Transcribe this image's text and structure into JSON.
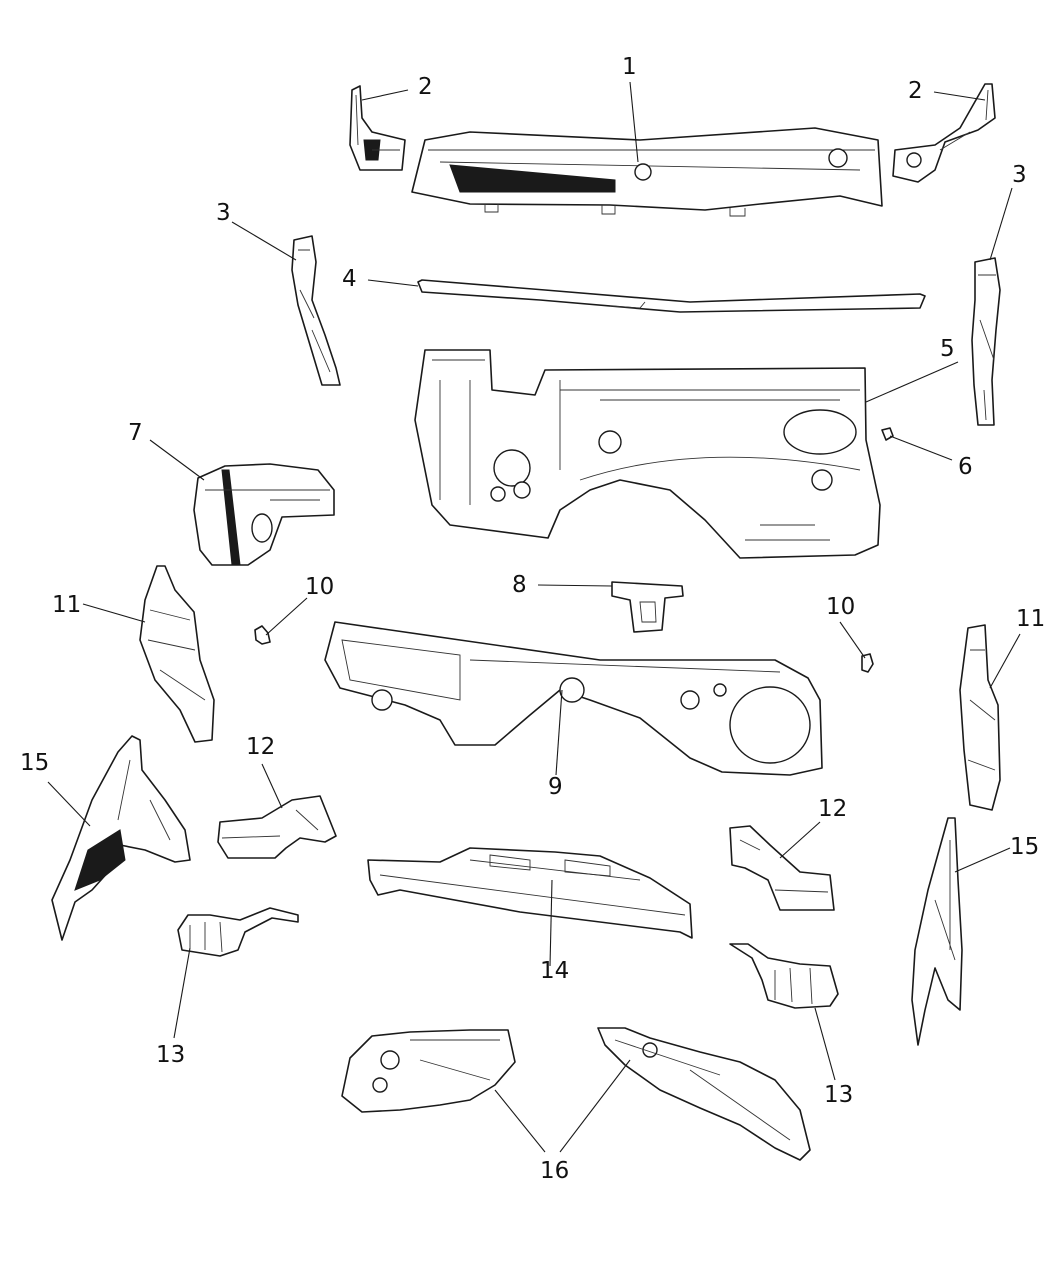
{
  "callouts": [
    {
      "id": "c1",
      "label": "1"
    },
    {
      "id": "c2a",
      "label": "2"
    },
    {
      "id": "c2b",
      "label": "2"
    },
    {
      "id": "c3a",
      "label": "3"
    },
    {
      "id": "c3b",
      "label": "3"
    },
    {
      "id": "c4",
      "label": "4"
    },
    {
      "id": "c5",
      "label": "5"
    },
    {
      "id": "c6",
      "label": "6"
    },
    {
      "id": "c7",
      "label": "7"
    },
    {
      "id": "c8",
      "label": "8"
    },
    {
      "id": "c9",
      "label": "9"
    },
    {
      "id": "c10a",
      "label": "10"
    },
    {
      "id": "c10b",
      "label": "10"
    },
    {
      "id": "c11a",
      "label": "11"
    },
    {
      "id": "c11b",
      "label": "11"
    },
    {
      "id": "c12a",
      "label": "12"
    },
    {
      "id": "c12b",
      "label": "12"
    },
    {
      "id": "c13a",
      "label": "13"
    },
    {
      "id": "c13b",
      "label": "13"
    },
    {
      "id": "c14",
      "label": "14"
    },
    {
      "id": "c15a",
      "label": "15"
    },
    {
      "id": "c15b",
      "label": "15"
    },
    {
      "id": "c16",
      "label": "16"
    }
  ]
}
